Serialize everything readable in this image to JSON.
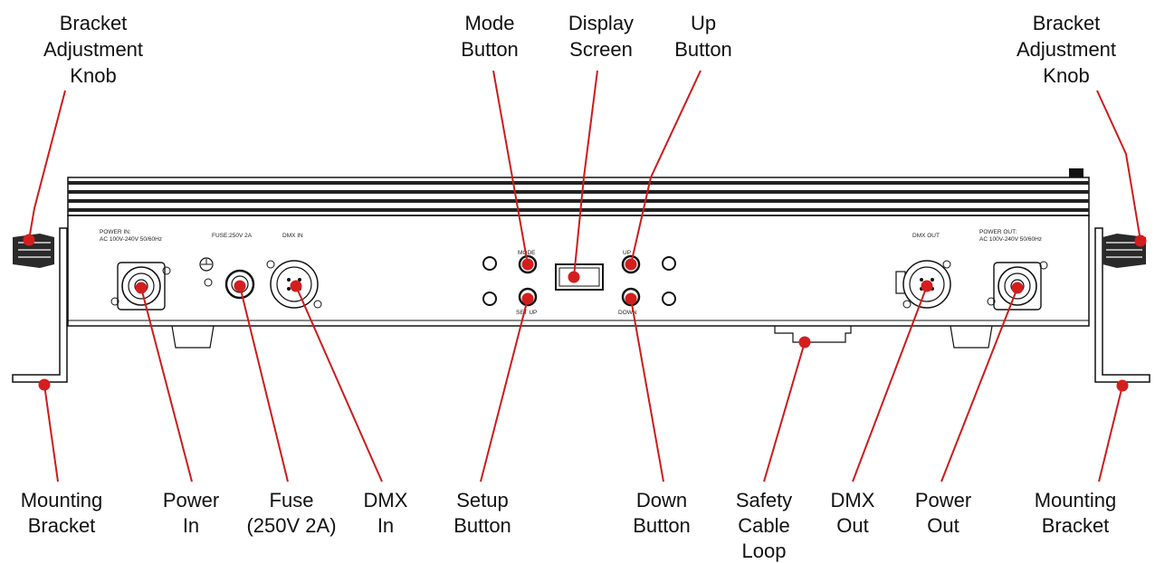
{
  "callouts": {
    "bracket_knob_left": [
      "Bracket",
      "Adjustment",
      "Knob"
    ],
    "mode_button": [
      "Mode",
      "Button"
    ],
    "display_screen": [
      "Display",
      "Screen"
    ],
    "up_button": [
      "Up",
      "Button"
    ],
    "bracket_knob_right": [
      "Bracket",
      "Adjustment",
      "Knob"
    ],
    "mounting_bracket_left": [
      "Mounting",
      "Bracket"
    ],
    "power_in": [
      "Power",
      "In"
    ],
    "fuse": [
      "Fuse",
      "(250V 2A)"
    ],
    "dmx_in": [
      "DMX",
      "In"
    ],
    "setup_button": [
      "Setup",
      "Button"
    ],
    "down_button": [
      "Down",
      "Button"
    ],
    "safety_cable_loop": [
      "Safety",
      "Cable",
      "Loop"
    ],
    "dmx_out": [
      "DMX",
      "Out"
    ],
    "power_out": [
      "Power",
      "Out"
    ],
    "mounting_bracket_right": [
      "Mounting",
      "Bracket"
    ]
  },
  "panel_labels": {
    "power_in": [
      "POWER IN:",
      "AC 100V-240V 50/60Hz"
    ],
    "fuse": "FUSE:250V 2A",
    "dmx_in": "DMX IN",
    "mode": "MODE",
    "up": "UP",
    "setup": "SET UP",
    "down": "DOWN",
    "dmx_out": "DMX OUT",
    "power_out": [
      "POWER OUT:",
      "AC 100V-240V 50/60Hz"
    ]
  },
  "colors": {
    "leader": "#cc1b1b",
    "dot": "#d41e1e",
    "outline": "#111111"
  }
}
